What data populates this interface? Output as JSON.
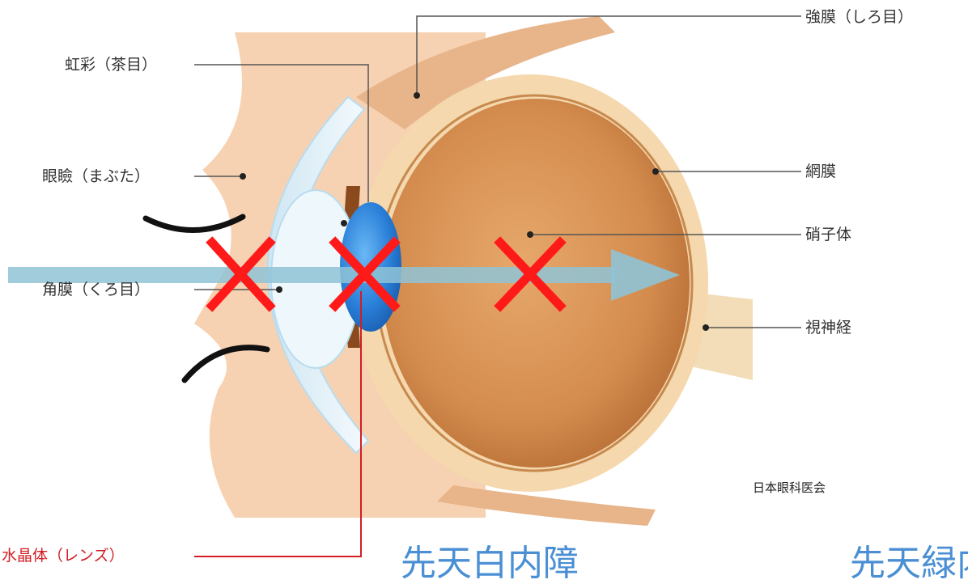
{
  "labels": {
    "sclera": "強膜（しろ目）",
    "iris": "虹彩（茶目）",
    "eyelid": "眼瞼（まぶた）",
    "retina": "網膜",
    "vitreous": "硝子体",
    "cornea": "角膜（くろ目）",
    "optic_nerve": "視神経",
    "lens": "水晶体（レンズ）"
  },
  "credit": "日本眼科医会",
  "captions": {
    "left": "先天白内障",
    "right": "先天緑内"
  },
  "colors": {
    "label_line": "#555555",
    "lens_line": "#d21e24",
    "cross": "#ff1a1a",
    "arrow": "#8fc3d6",
    "caption": "#4a8fd4",
    "eyeball": "#d9955a",
    "lens": "#2a7fd8"
  },
  "icons": {
    "cross": "x-mark-icon",
    "arrow": "light-path-arrow-icon"
  }
}
